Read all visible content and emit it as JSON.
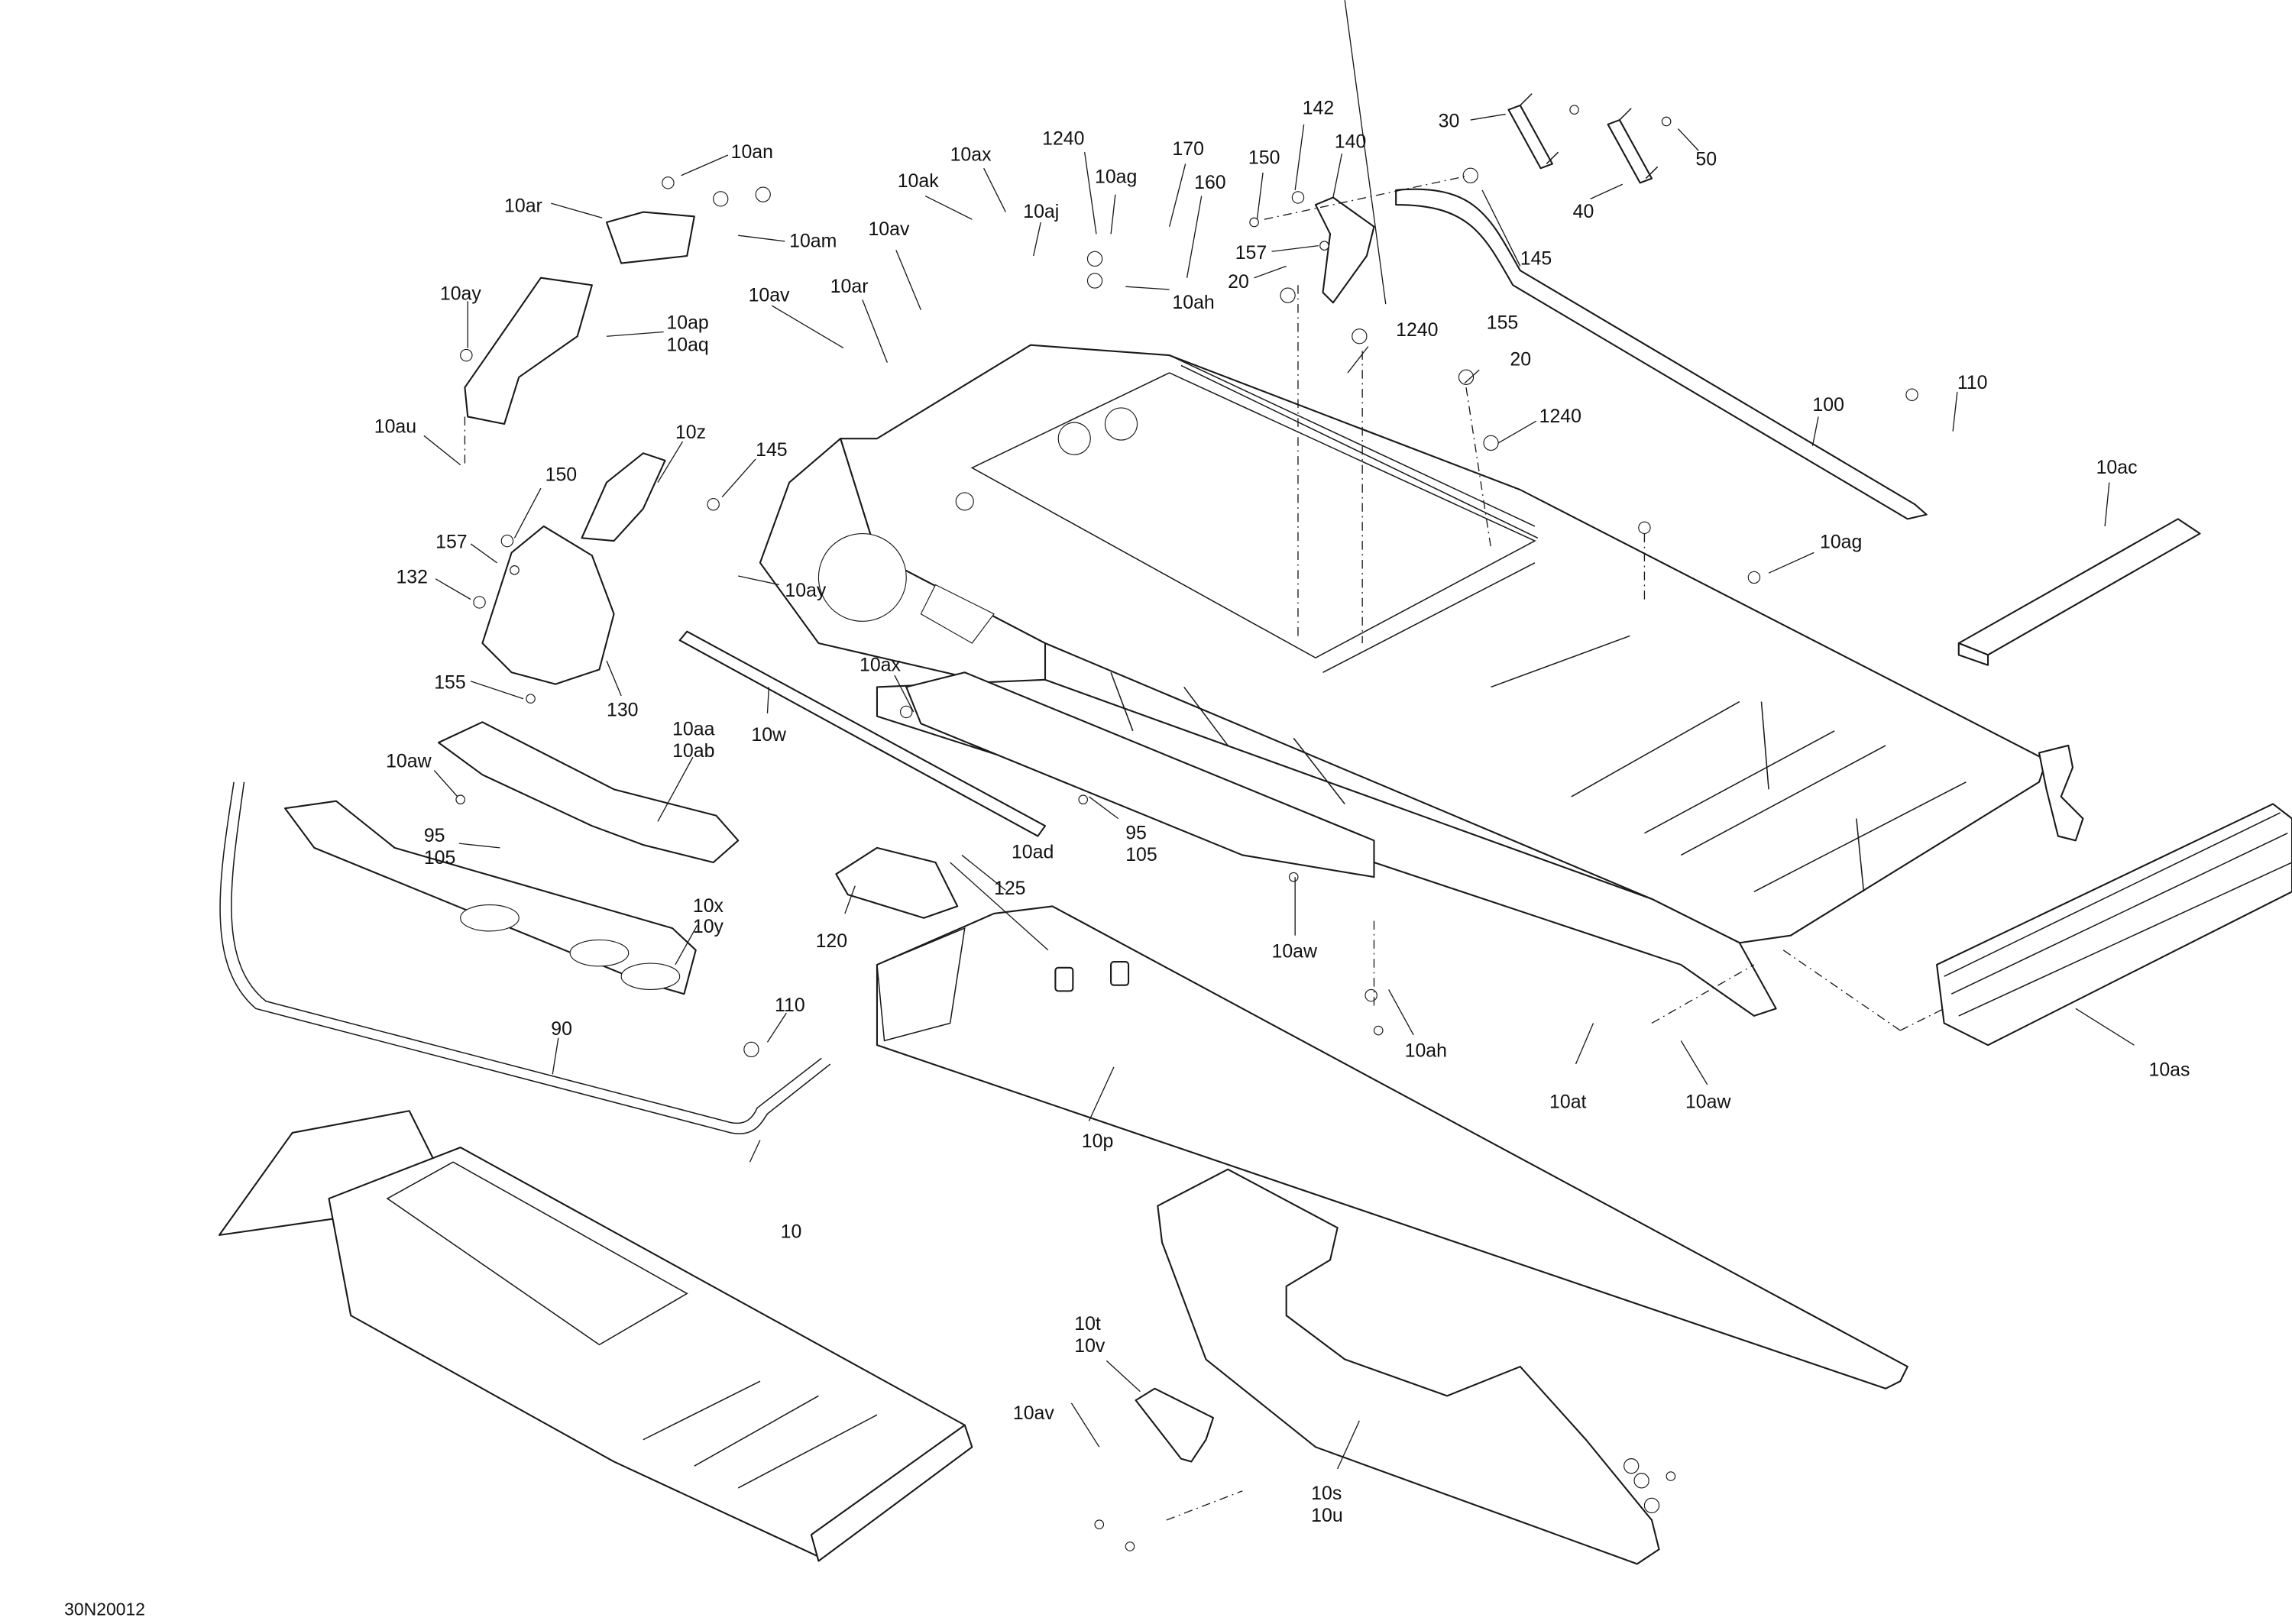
{
  "figure": {
    "id": "30N20012",
    "title": "Frame exploded parts diagram"
  },
  "callouts": {
    "c10an": "10an",
    "c10ar_top": "10ar",
    "c10am": "10am",
    "c10ay_top": "10ay",
    "c10ap": "10ap",
    "c10aq": "10aq",
    "c10au": "10au",
    "c10z": "10z",
    "c145_left": "145",
    "c150_left": "150",
    "c157_left": "157",
    "c132": "132",
    "c10ay_mid": "10ay",
    "c155_left": "155",
    "c130": "130",
    "c10w": "10w",
    "c10aa": "10aa",
    "c10ab": "10ab",
    "c10aw_left": "10aw",
    "c95_left": "95",
    "c105_left": "105",
    "c10x": "10x",
    "c10y": "10y",
    "c90": "90",
    "c110_left": "110",
    "c10ax_mid": "10ax",
    "c120": "120",
    "c125": "125",
    "c10ad": "10ad",
    "c95_mid": "95",
    "c105_mid": "105",
    "c10av_top": "10av",
    "c10ar_mid": "10ar",
    "c10av_mid": "10av",
    "c10ak": "10ak",
    "c10ax_top": "10ax",
    "c10aj": "10aj",
    "c1240_top": "1240",
    "c10ag_top": "10ag",
    "c170": "170",
    "c160": "160",
    "c10ah_top": "10ah",
    "c150_top": "150",
    "c142": "142",
    "c140": "140",
    "c157_top": "157",
    "c20_a": "20",
    "c1240_mid": "1240",
    "c20_b": "20",
    "c1240_low": "1240",
    "c155_top": "155",
    "c145_top": "145",
    "c30": "30",
    "c40": "40",
    "c50": "50",
    "c100": "100",
    "c110_right": "110",
    "c10ac": "10ac",
    "c10ag_right": "10ag",
    "c10aw_mid": "10aw",
    "c10ah_low": "10ah",
    "c10at": "10at",
    "c10aw_right": "10aw",
    "c10as": "10as",
    "c10p": "10p",
    "c10": "10",
    "c10t": "10t",
    "c10v": "10v",
    "c10av_low": "10av",
    "c10s": "10s",
    "c10u": "10u"
  }
}
